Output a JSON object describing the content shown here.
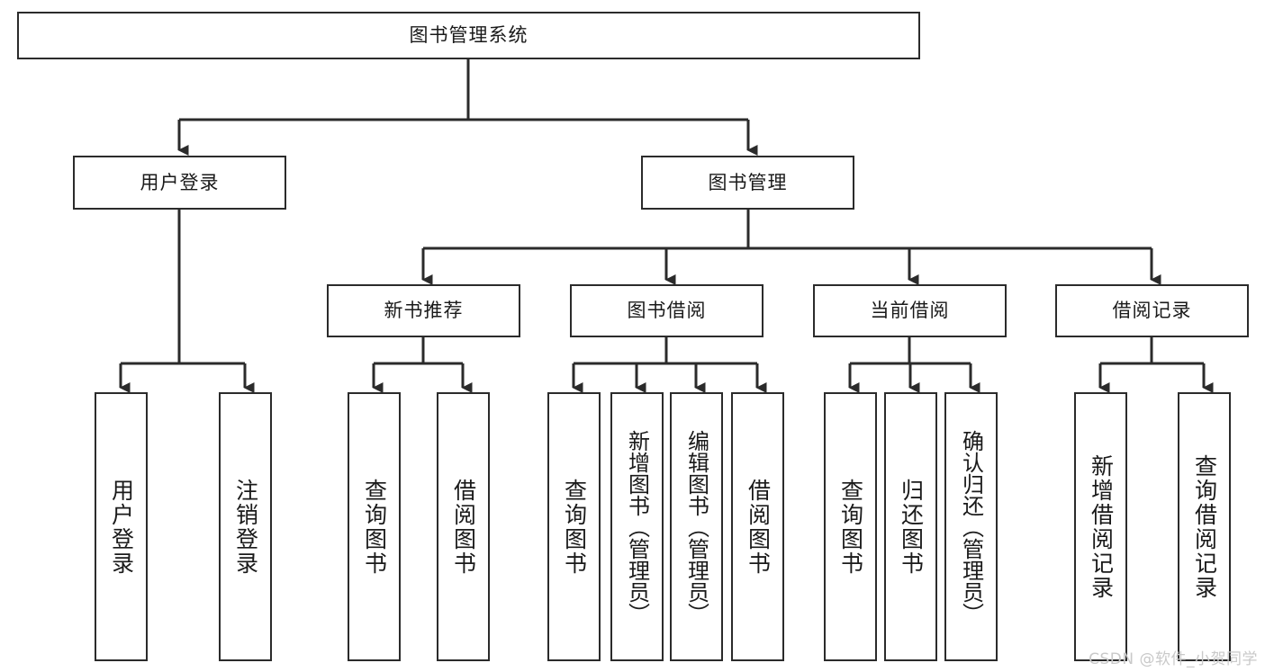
{
  "diagram": {
    "type": "tree",
    "title": "图书管理系统",
    "watermark": "CSDN @软件_小贺同学",
    "colors": {
      "box_border": "#2b2b2b",
      "box_fill": "#ffffff",
      "edge": "#2b2b2b",
      "text": "#1a1a1a",
      "watermark": "#c9c9c9",
      "background": "#ffffff"
    },
    "root": {
      "label": "图书管理系统"
    },
    "level2": [
      {
        "label": "用户登录"
      },
      {
        "label": "图书管理"
      }
    ],
    "level3": [
      {
        "label": "新书推荐"
      },
      {
        "label": "图书借阅"
      },
      {
        "label": "当前借阅"
      },
      {
        "label": "借阅记录"
      }
    ],
    "leaves": {
      "user_login": [
        {
          "label": "用户登录"
        },
        {
          "label": "注销登录"
        }
      ],
      "new_book": [
        {
          "label": "查询图书"
        },
        {
          "label": "借阅图书"
        }
      ],
      "borrow": [
        {
          "label": "查询图书"
        },
        {
          "label": "新增图书（管理员）"
        },
        {
          "label": "编辑图书（管理员）"
        },
        {
          "label": "借阅图书"
        }
      ],
      "current": [
        {
          "label": "查询图书"
        },
        {
          "label": "归还图书"
        },
        {
          "label": "确认归还（管理员）"
        }
      ],
      "records": [
        {
          "label": "新增借阅记录"
        },
        {
          "label": "查询借阅记录"
        }
      ]
    }
  }
}
